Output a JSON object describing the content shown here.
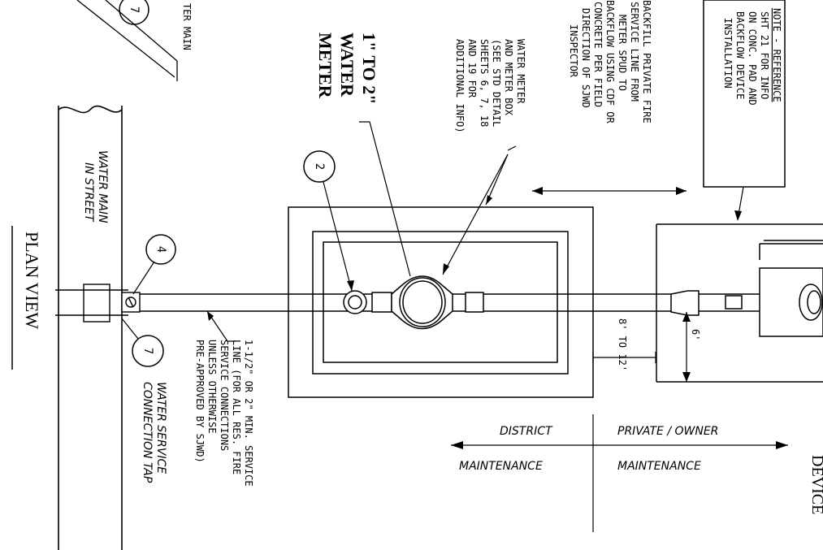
{
  "labels": {
    "water_main_partial": "TER MAIN",
    "meter_size": "1\" TO 2\"",
    "water_word": "WATER",
    "meter_word": "METER",
    "meter_box_note": [
      "WATER METER",
      "AND METER BOX",
      "(SEE STD DETAIL",
      "SHEETS 6, 7, 18",
      "AND 19 FOR",
      "ADDITIONAL INFO)"
    ],
    "backfill_note": [
      "BACKFILL PRIVATE FIRE",
      "SERVICE LINE FROM",
      "METER SPUD TO",
      "BACKFLOW USING CDF OR",
      "CONCRETE PER FIELD",
      "DIRECTION OF SJWD",
      "INSPECTOR"
    ],
    "reference_note": [
      "NOTE - REFERENCE",
      "SHT 21 FOR INFO",
      "ON CONC. PAD AND",
      "BACKFLOW DEVICE",
      "INSTALLATION"
    ],
    "water_main_street": [
      "WATER MAIN",
      "IN STREET"
    ],
    "plan_view": "PLAN VIEW",
    "service_line_note": [
      "1-1/2\" OR 2\" MIN. SERVICE",
      "LINE (FOR ALL RES. FIRE",
      "SERVICE CONNECTIONS",
      "UNLESS OTHERWISE",
      "PRE-APPROVED BY SJWD)"
    ],
    "service_tap": [
      "WATER SERVICE",
      "CONNECTION TAP"
    ],
    "dim_8_12": "8' TO 12'",
    "dim_6": "6'",
    "district": "DISTRICT",
    "maintenance_left": "MAINTENANCE",
    "private_owner": "PRIVATE / OWNER",
    "maintenance_right": "MAINTENANCE",
    "device_partial": "DEVICE"
  },
  "callouts": {
    "c2": "2",
    "c4": "4",
    "c7a": "7",
    "c7b": "7"
  }
}
